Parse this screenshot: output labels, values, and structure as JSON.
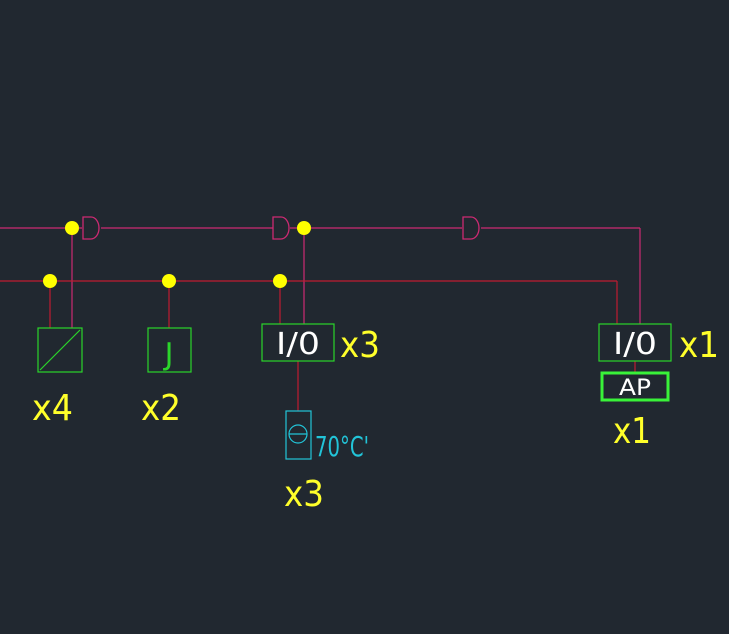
{
  "colors": {
    "background": "#212830",
    "loop_line": "#cc2a72",
    "bus_line": "#c01c30",
    "junction": "#ffff00",
    "device_box": "#2bd52b",
    "ap_box": "#39f239",
    "label_yellow": "#ffff2a",
    "label_white": "#ffffff",
    "detector_cyan": "#22c4d8",
    "isolator_mark": "#cc2a72"
  },
  "devices": {
    "slash_module": {
      "icon": "diagonal-slash",
      "qty": "x4"
    },
    "j_module": {
      "symbol": "J",
      "qty": "x2"
    },
    "io_module_1": {
      "label": "I/0",
      "qty": "x3"
    },
    "temp_detector": {
      "icon": "heat-detector",
      "rating": "70°C'",
      "qty": "x3"
    },
    "io_module_2": {
      "label": "I/0",
      "qty": "x1"
    },
    "ap_module": {
      "label": "AP",
      "qty": "x1"
    }
  }
}
